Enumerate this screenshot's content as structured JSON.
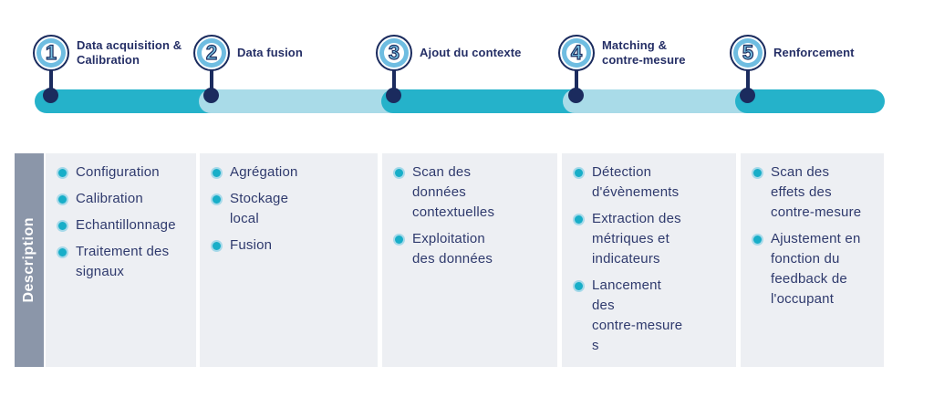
{
  "timeline": {
    "steps": [
      {
        "number": "1",
        "label": "Data acquisition &\nCalibration",
        "segment_color": "#25b2ca"
      },
      {
        "number": "2",
        "label": "Data fusion",
        "segment_color": "#a9dbe8"
      },
      {
        "number": "3",
        "label": "Ajout du contexte",
        "segment_color": "#25b2ca"
      },
      {
        "number": "4",
        "label": "Matching &\ncontre-mesure",
        "segment_color": "#a9dbe8"
      },
      {
        "number": "5",
        "label": "Renforcement",
        "segment_color": "#25b2ca"
      }
    ]
  },
  "description": {
    "row_label": "Description",
    "columns": [
      {
        "items": [
          "Configuration",
          "Calibration",
          "Echantillonnage",
          "Traitement des\nsignaux"
        ]
      },
      {
        "items": [
          "Agrégation",
          "Stockage\nlocal",
          "Fusion"
        ]
      },
      {
        "items": [
          "Scan des\ndonnées\ncontextuelles",
          "Exploitation\ndes données"
        ]
      },
      {
        "items": [
          "Détection\nd'évènements",
          "Extraction des\nmétriques et\nindicateurs",
          "Lancement\ndes\ncontre-mesure\ns"
        ]
      },
      {
        "items": [
          "Scan des\neffets des\ncontre-mesure",
          "Ajustement en\nfonction du\nfeedback de\nl'occupant"
        ]
      }
    ]
  },
  "colors": {
    "teal": "#25b2ca",
    "light_blue": "#a9dbe8",
    "navy": "#1b2b5e",
    "label_navy": "#252f66",
    "body_text_navy": "#2f3a6d",
    "circle_ring_blue": "#6fbde1",
    "digit_blue": "#79c3e4",
    "sidebar_gray": "#8b96a9",
    "column_bg": "#edeff3",
    "bullet_teal": "#18aec8"
  }
}
